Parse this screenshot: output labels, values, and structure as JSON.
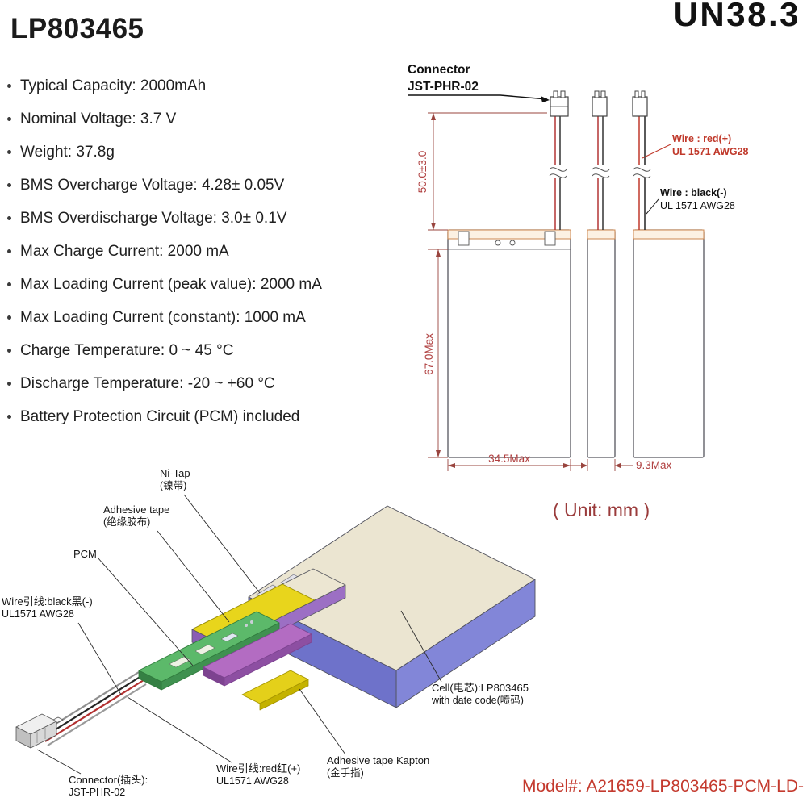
{
  "header": {
    "title": "LP803465",
    "cert": "UN38.3"
  },
  "specs": [
    "Typical Capacity: 2000mAh",
    "Nominal Voltage: 3.7 V",
    "Weight: 37.8g",
    "BMS Overcharge Voltage: 4.28± 0.05V",
    "BMS Overdischarge Voltage: 3.0± 0.1V",
    "Max Charge Current: 2000 mA",
    "Max Loading Current (peak value): 2000 mA",
    "Max Loading Current (constant): 1000 mA",
    "Charge Temperature: 0 ~ 45 °C",
    "Discharge Temperature: -20 ~ +60 °C",
    "Battery Protection Circuit (PCM) included"
  ],
  "drawing": {
    "connector_label": {
      "line1": "Connector",
      "line2": "JST-PHR-02"
    },
    "wire_red_label": {
      "line1": "Wire : red(+)",
      "line2": "UL 1571 AWG28"
    },
    "wire_black_label": {
      "line1": "Wire : black(-)",
      "line2": "UL 1571 AWG28"
    },
    "dims": {
      "wire_length": "50.0±3.0",
      "cell_height": "67.0Max",
      "cell_width": "34.5Max",
      "cell_thickness": "9.3Max"
    },
    "unit_note": "( Unit: mm )"
  },
  "assembly_labels": {
    "ni_tap": {
      "line1": "Ni-Tap",
      "line2": "(镍带)"
    },
    "adhesive_tape": {
      "line1": "Adhesive tape",
      "line2": "(绝缘胶布)"
    },
    "pcm": {
      "line1": "PCM"
    },
    "wire_black": {
      "line1": "Wire引线:black黑(-)",
      "line2": "UL1571 AWG28"
    },
    "connector": {
      "line1": "Connector(插头):",
      "line2": "JST-PHR-02"
    },
    "wire_red": {
      "line1": "Wire引线:red红(+)",
      "line2": "UL1571 AWG28"
    },
    "kapton": {
      "line1": "Adhesive tape Kapton",
      "line2": "(金手指)"
    },
    "cell": {
      "line1": "Cell(电芯):LP803465",
      "line2": "with date code(喷码)"
    }
  },
  "footer": {
    "model": "Model#: A21659-LP803465-PCM-LD-"
  },
  "colors": {
    "dimension_red": "#a04040",
    "wire_red": "#c0392b",
    "model_red": "#c43a2e",
    "cell_top": "#ebe5d1",
    "cell_side": "#8286d8",
    "tape_yellow": "#e8d51c",
    "pcm_green": "#5cb96a",
    "tape_violet": "#b36cc2"
  }
}
